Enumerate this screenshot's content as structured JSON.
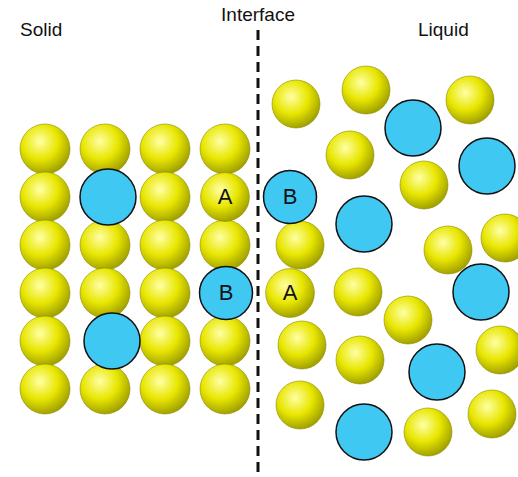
{
  "diagram": {
    "nodes": [
      {
        "text": [
          "A"
        ]
      },
      {
        "text": [
          "B"
        ]
      },
      {
        "text": [
          "B"
        ]
      },
      {
        "text": [
          "A"
        ]
      }
    ],
    "labels": [
      "Interface",
      "Solid",
      "Liquid"
    ]
  }
}
